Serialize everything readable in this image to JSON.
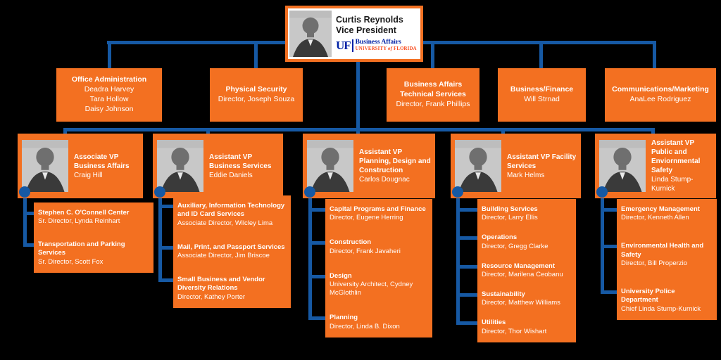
{
  "colors": {
    "box_orange": "#F37021",
    "connector_blue": "#1659A4",
    "logo_blue": "#0021A5",
    "logo_orange": "#FA4616"
  },
  "root": {
    "name": "Curtis Reynolds",
    "title": "Vice President",
    "photo": "portrait-photo",
    "logo": {
      "monogram": "UF",
      "division": "Business Affairs",
      "university_1": "UNIVERSITY",
      "university_of": "of",
      "university_2": "FLORIDA"
    }
  },
  "level2": [
    {
      "title": "Office Administration",
      "lines": [
        "Deadra Harvey",
        "Tara Hollow",
        "Daisy Johnson"
      ]
    },
    {
      "title": "Physical Security",
      "lines": [
        "Director, Joseph Souza"
      ]
    },
    {
      "title": "Business Affairs Technical Services",
      "lines": [
        "Director, Frank Phillips"
      ]
    },
    {
      "title": "Business/Finance",
      "lines": [
        "Will Strnad"
      ]
    },
    {
      "title": "Communications/Marketing",
      "lines": [
        "AnaLee Rodriguez"
      ]
    }
  ],
  "level3": [
    {
      "title": "Associate VP Business Affairs",
      "name": "Craig Hill",
      "photo": "portrait-photo",
      "reports": [
        {
          "title": "Stephen C. O'Connell Center",
          "subtitle": "Sr. Director, Lynda Reinhart"
        },
        {
          "title": "Transportation and Parking Services",
          "subtitle": "Sr. Director, Scott Fox"
        }
      ]
    },
    {
      "title": "Assistant VP Business Services",
      "name": "Eddie Daniels",
      "photo": "portrait-photo",
      "reports": [
        {
          "title": "Auxiliary, Information Technology and ID Card Services",
          "subtitle": "Associate Director, Wilcley Lima"
        },
        {
          "title": "Mail, Print, and Passport Services",
          "subtitle": "Associate Director, Jim Briscoe"
        },
        {
          "title": "Small Business and Vendor Diversity Relations",
          "subtitle": "Director, Kathey Porter"
        }
      ]
    },
    {
      "title": "Assistant VP Planning, Design and Construction",
      "name": "Carlos Dougnac",
      "photo": "portrait-photo",
      "reports": [
        {
          "title": "Capital Programs and Finance",
          "subtitle": "Director, Eugene Herring"
        },
        {
          "title": "Construction",
          "subtitle": "Director, Frank Javaheri"
        },
        {
          "title": "Design",
          "subtitle": "University Architect, Cydney McGlothlin"
        },
        {
          "title": "Planning",
          "subtitle": "Director, Linda B. Dixon"
        }
      ]
    },
    {
      "title": "Assistant VP Facility Services",
      "name": "Mark Helms",
      "photo": "portrait-photo",
      "reports": [
        {
          "title": "Building Services",
          "subtitle": "Director, Larry Ellis"
        },
        {
          "title": "Operations",
          "subtitle": "Director, Gregg Clarke"
        },
        {
          "title": "Resource Management",
          "subtitle": "Director, Marilena Ceobanu"
        },
        {
          "title": "Sustainability",
          "subtitle": "Director, Matthew Williams"
        },
        {
          "title": "Utilities",
          "subtitle": "Director, Thor Wishart"
        }
      ]
    },
    {
      "title": "Assistant VP Public and Enviornmental Safety",
      "name": "Linda Stump-Kurnick",
      "photo": "portrait-photo",
      "reports": [
        {
          "title": "Emergency Management",
          "subtitle": "Director, Kenneth Allen"
        },
        {
          "title": "Environmental Health and Safety",
          "subtitle": "Director, Bill Properzio"
        },
        {
          "title": "University Police Department",
          "subtitle": "Chief Linda Stump-Kurnick"
        }
      ]
    }
  ]
}
